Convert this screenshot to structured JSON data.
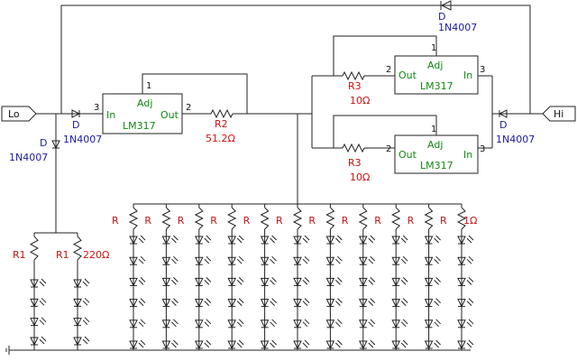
{
  "colors": {
    "wire": "#222222",
    "regulator_text": "#118811",
    "resistor_label": "#cc1111",
    "diode_label": "#1a1aa6"
  },
  "ports": {
    "lo": "Lo",
    "hi": "Hi"
  },
  "diodes": {
    "designator": "D",
    "part": "1N4007"
  },
  "regulator": {
    "part": "LM317",
    "adj": "Adj",
    "in": "In",
    "out": "Out",
    "pin_adj": "1",
    "pin_out": "2",
    "pin_in": "3"
  },
  "resistors": {
    "r1": "R1",
    "r1_value": "220Ω",
    "r2": "R2",
    "r2_value": "51.2Ω",
    "r3": "R3",
    "r3_value": "10Ω",
    "r": "R",
    "r_value": "1Ω"
  },
  "led_strings": {
    "tall_count": 11,
    "short_count": 2,
    "leds_per_tall": 6,
    "leds_per_short": 4
  }
}
